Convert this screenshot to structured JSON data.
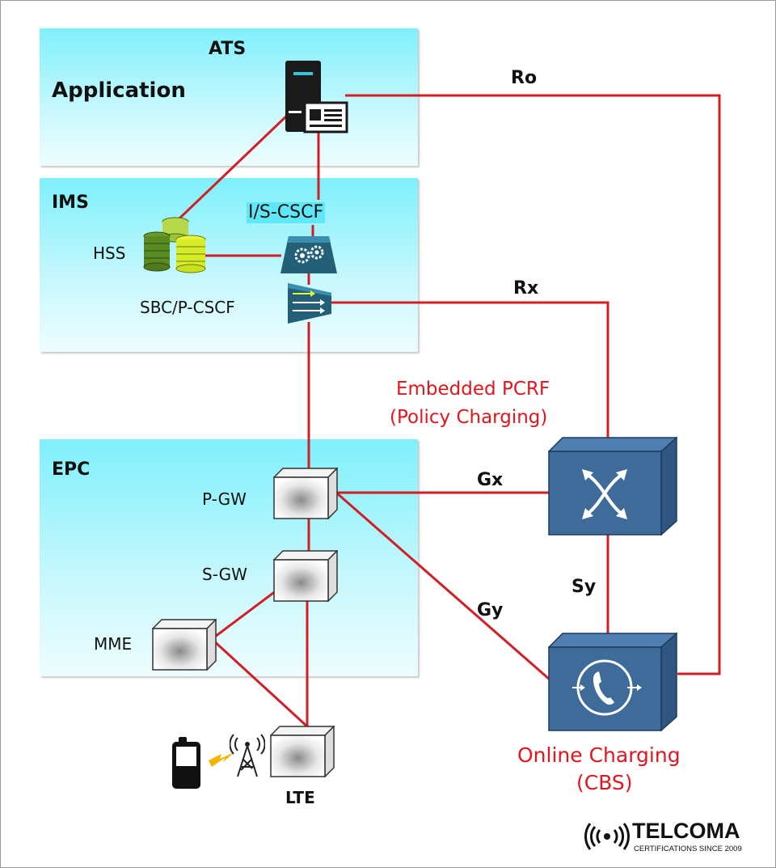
{
  "zones": {
    "ats_title": "ATS",
    "application": "Application",
    "ims": "IMS",
    "epc": "EPC"
  },
  "nodes": {
    "hss": "HSS",
    "iscscf": "I/S-CSCF",
    "sbc": "SBC/P-CSCF",
    "pgw": "P-GW",
    "sgw": "S-GW",
    "mme": "MME",
    "lte": "LTE"
  },
  "interfaces": {
    "ro": "Ro",
    "rx": "Rx",
    "gx": "Gx",
    "gy": "Gy",
    "sy": "Sy"
  },
  "pcrf": {
    "line1": "Embedded PCRF",
    "line2": "(Policy Charging)"
  },
  "cbs": {
    "line1": "Online Charging",
    "line2": "(CBS)"
  },
  "logo": {
    "name": "TELCOMA",
    "tagline": "CERTIFICATIONS SINCE 2009"
  },
  "colors": {
    "link": "#d01f26",
    "box_blue": "#3f6b9a",
    "highlight_red": "#e3161e",
    "zone_cyan": "#7ff0fc"
  },
  "icons": {
    "server": "ats-server-icon",
    "hss": "database-stack-icon",
    "cscf": "gears-icon",
    "sbc": "arrows-router-icon",
    "gateway": "gateway-box-icon",
    "pcrf": "crossing-arrows-icon",
    "cbs": "phone-icon",
    "phone": "mobile-phone-icon",
    "tower": "cell-tower-icon"
  }
}
